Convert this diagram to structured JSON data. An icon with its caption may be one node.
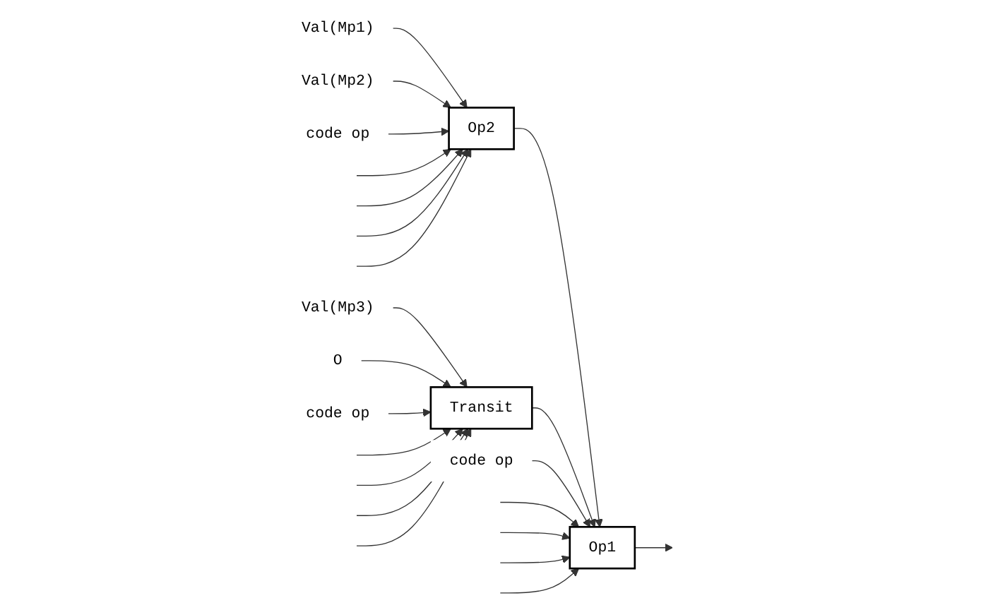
{
  "diagram": {
    "nodes": [
      {
        "text": [
          "Val(Mp1)"
        ]
      },
      {
        "text": [
          "Val(Mp2)"
        ]
      },
      {
        "text": [
          "Op2"
        ]
      },
      {
        "text": [
          "code op"
        ]
      },
      {
        "text": [
          "Val(Mp3)"
        ]
      },
      {
        "text": [
          "O"
        ]
      },
      {
        "text": [
          "Transit"
        ]
      },
      {
        "text": [
          "code op"
        ]
      },
      {
        "text": [
          "Op1"
        ]
      },
      {
        "text": [
          "code op"
        ]
      }
    ],
    "edges": [
      {
        "from": 0,
        "to": 2,
        "arrow": "to"
      },
      {
        "from": 1,
        "to": 2,
        "arrow": "to"
      },
      {
        "from": 3,
        "to": 2,
        "arrow": "to"
      },
      {
        "from": null,
        "to": 2,
        "arrow": "to"
      },
      {
        "from": null,
        "to": 2,
        "arrow": "to"
      },
      {
        "from": null,
        "to": 2,
        "arrow": "to"
      },
      {
        "from": null,
        "to": 2,
        "arrow": "to"
      },
      {
        "from": 4,
        "to": 6,
        "arrow": "to"
      },
      {
        "from": 5,
        "to": 6,
        "arrow": "to"
      },
      {
        "from": 7,
        "to": 6,
        "arrow": "to"
      },
      {
        "from": null,
        "to": 6,
        "arrow": "to"
      },
      {
        "from": null,
        "to": 6,
        "arrow": "to"
      },
      {
        "from": null,
        "to": 6,
        "arrow": "to"
      },
      {
        "from": null,
        "to": 6,
        "arrow": "to"
      },
      {
        "from": 2,
        "to": 8,
        "arrow": "to"
      },
      {
        "from": 6,
        "to": 8,
        "arrow": "to"
      },
      {
        "from": 9,
        "to": 8,
        "arrow": "to"
      },
      {
        "from": null,
        "to": 8,
        "arrow": "to"
      },
      {
        "from": null,
        "to": 8,
        "arrow": "to"
      },
      {
        "from": null,
        "to": 8,
        "arrow": "to"
      },
      {
        "from": null,
        "to": 8,
        "arrow": "to"
      },
      {
        "from": 8,
        "to": null,
        "arrow": "to"
      }
    ]
  }
}
